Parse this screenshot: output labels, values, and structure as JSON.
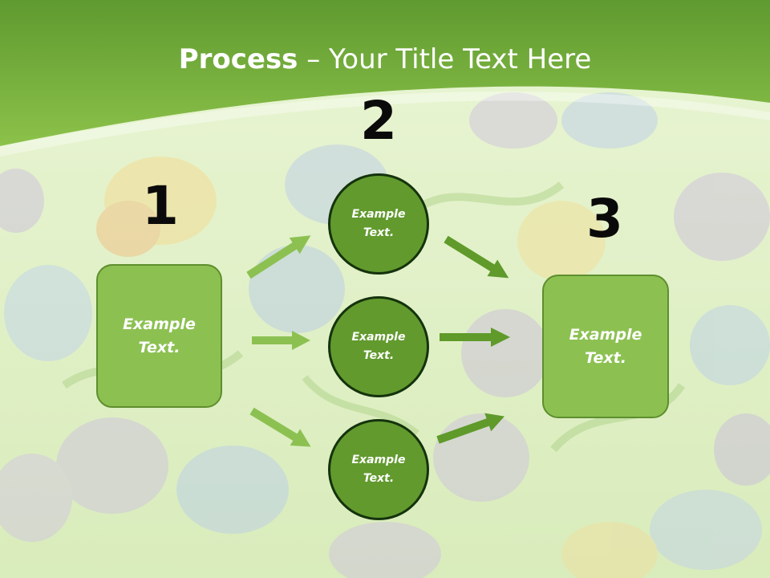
{
  "slide": {
    "title_bold": "Process",
    "title_rest": " – Your Title Text Here"
  },
  "steps": [
    {
      "number": "1",
      "label": "Example Text."
    },
    {
      "number": "2",
      "nodes": [
        "Example Text.",
        "Example Text.",
        "Example Text."
      ]
    },
    {
      "number": "3",
      "label": "Example Text."
    }
  ],
  "colors": {
    "header_green": "#7ab43a",
    "box_fill": "#8cc152",
    "circle_fill": "#629a2e",
    "arrow_light": "#8cc152",
    "arrow_dark": "#5f9a2a",
    "number_text": "#0a0a0a"
  }
}
